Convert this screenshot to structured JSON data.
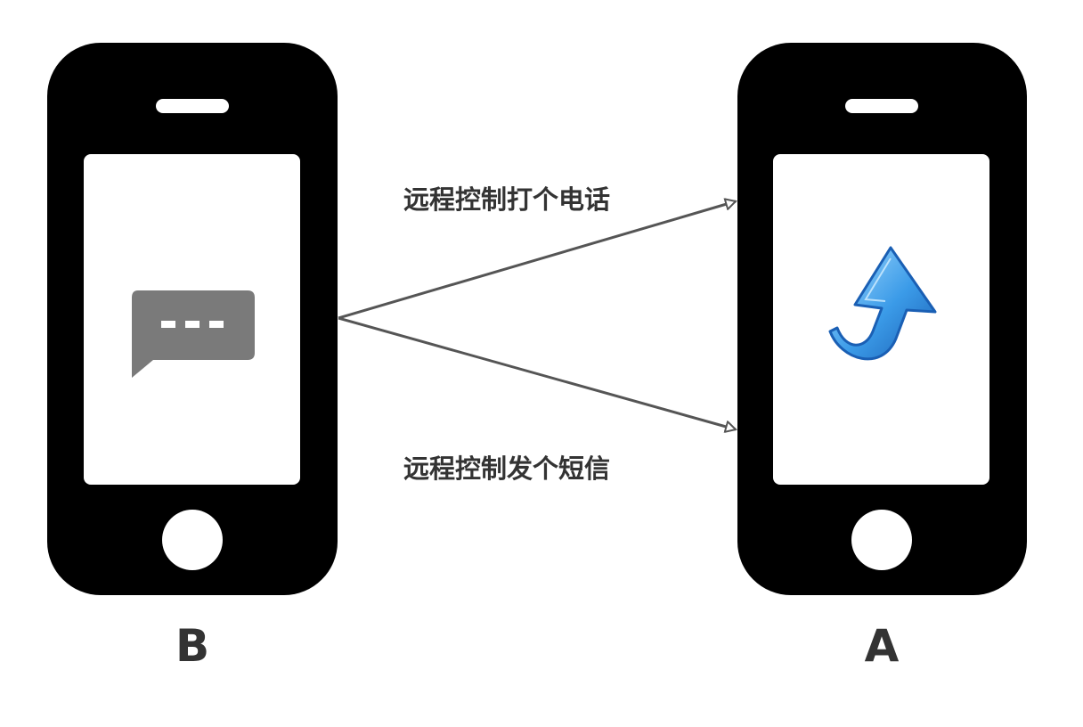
{
  "phones": {
    "left": {
      "label": "B",
      "screen_icon": "chat-bubble-icon"
    },
    "right": {
      "label": "A",
      "screen_icon": "curved-up-arrow-icon"
    }
  },
  "edges": [
    {
      "from": "B",
      "to": "A",
      "label": "远程控制打个电话"
    },
    {
      "from": "B",
      "to": "A",
      "label": "远程控制发个短信"
    }
  ],
  "colors": {
    "phone_body": "#000000",
    "screen": "#ffffff",
    "chat_icon": "#7a7a7a",
    "arrow_line": "#555555",
    "text": "#333333",
    "up_arrow_light": "#8fd2ff",
    "up_arrow_dark": "#1a5fb4"
  }
}
